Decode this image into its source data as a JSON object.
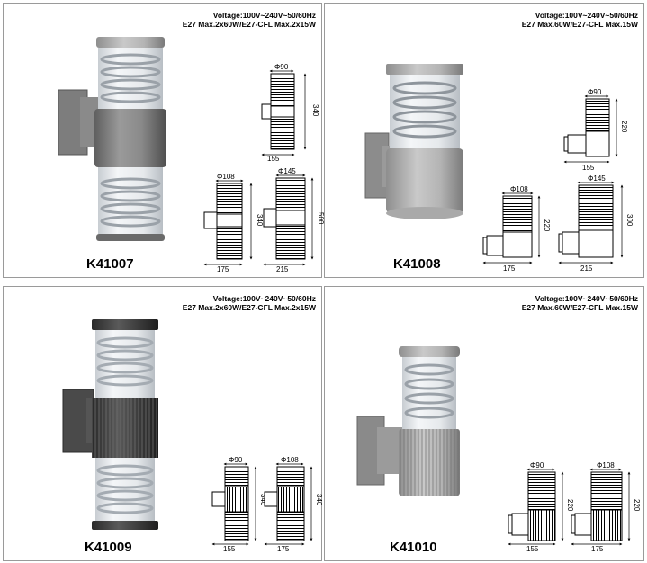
{
  "products": [
    {
      "model": "K41007",
      "voltage": "Voltage:100V~240V~50/60Hz",
      "power": "E27 Max.2x60W/E27-CFL Max.2x15W",
      "finish": "grey",
      "diagrams": [
        {
          "diameter": "Φ90",
          "height": "340",
          "width": "155"
        },
        {
          "diameter": "Φ108",
          "height": "340",
          "width": "175"
        },
        {
          "diameter": "Φ145",
          "height": "500",
          "width": "215"
        }
      ]
    },
    {
      "model": "K41008",
      "voltage": "Voltage:100V~240V~50/60Hz",
      "power": "E27 Max.60W/E27-CFL Max.15W",
      "finish": "grey",
      "diagrams": [
        {
          "diameter": "Φ90",
          "height": "220",
          "width": "155"
        },
        {
          "diameter": "Φ108",
          "height": "220",
          "width": "175"
        },
        {
          "diameter": "Φ145",
          "height": "300",
          "width": "215"
        }
      ]
    },
    {
      "model": "K41009",
      "voltage": "Voltage:100V~240V~50/60Hz",
      "power": "E27 Max.2x60W/E27-CFL Max.2x15W",
      "finish": "dark grey",
      "diagrams": [
        {
          "diameter": "Φ90",
          "height": "340",
          "width": "155"
        },
        {
          "diameter": "Φ108",
          "height": "340",
          "width": "175"
        }
      ]
    },
    {
      "model": "K41010",
      "voltage": "Voltage:100V~240V~50/60Hz",
      "power": "E27 Max.60W/E27-CFL Max.15W",
      "finish": "grey",
      "diagrams": [
        {
          "diameter": "Φ90",
          "height": "220",
          "width": "155"
        },
        {
          "diameter": "Φ108",
          "height": "220",
          "width": "175"
        }
      ]
    }
  ]
}
